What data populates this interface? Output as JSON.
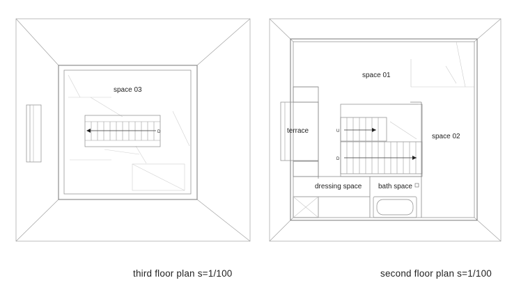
{
  "plans": {
    "third": {
      "caption": "third floor plan  s=1/100",
      "rooms": {
        "space03": "space 03"
      },
      "stair": {
        "down": "D"
      }
    },
    "second": {
      "caption": "second floor plan  s=1/100",
      "rooms": {
        "space01": "space 01",
        "space02": "space 02",
        "terrace": "terrace",
        "dressing": "dressing space",
        "bath": "bath space"
      },
      "stair": {
        "up": "U",
        "down": "D"
      }
    }
  },
  "colors": {
    "line": "#9a9a9a",
    "wall": "#6a6a6a",
    "text": "#222222",
    "background": "#ffffff"
  }
}
